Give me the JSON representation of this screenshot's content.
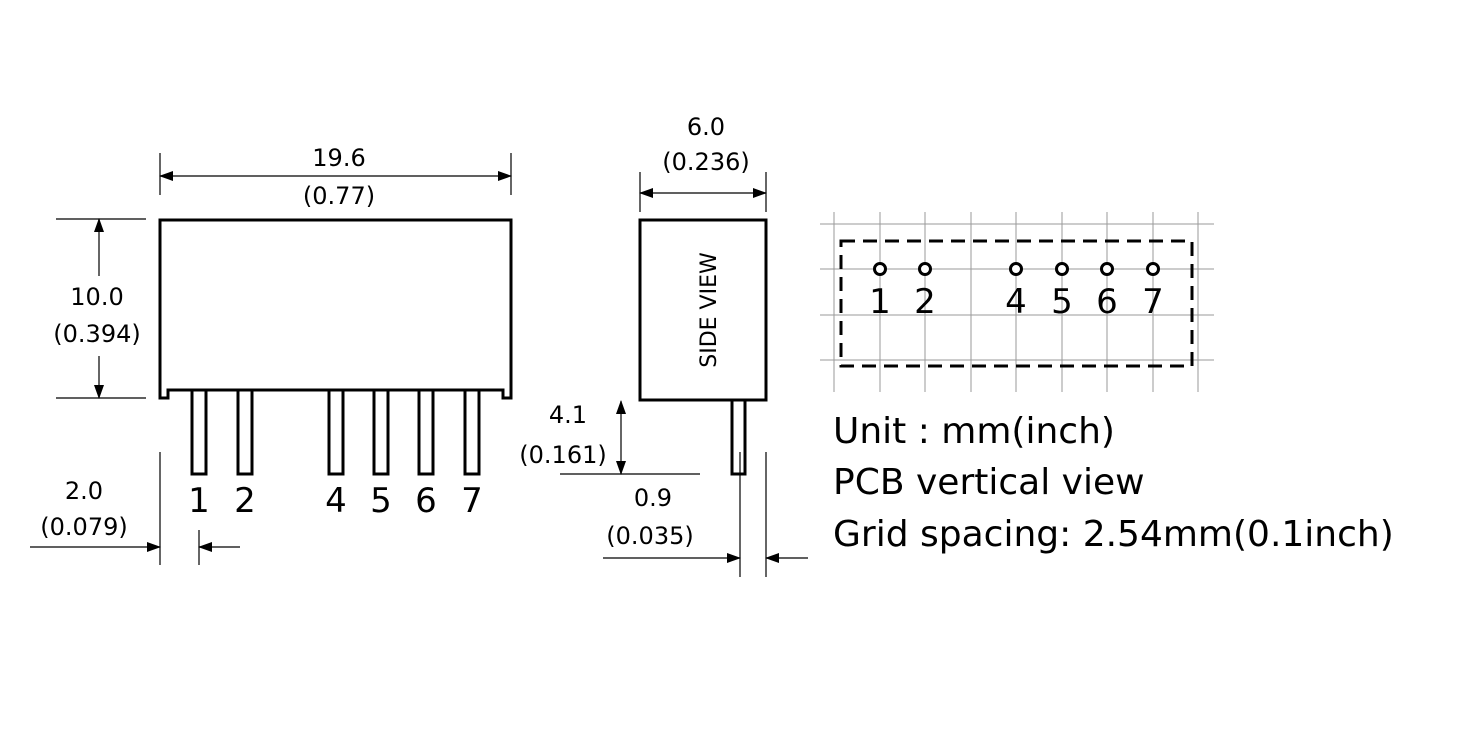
{
  "front_view": {
    "width_mm": "19.6",
    "width_in": "(0.77)",
    "height_mm": "10.0",
    "height_in": "(0.394)",
    "pin_pitch_mm": "2.0",
    "pin_pitch_in": "(0.079)",
    "pins": [
      "1",
      "2",
      "4",
      "5",
      "6",
      "7"
    ]
  },
  "side_view": {
    "label": "SIDE VIEW",
    "width_mm": "6.0",
    "width_in": "(0.236)",
    "pin_length_mm": "4.1",
    "pin_length_in": "(0.161)",
    "pin_offset_mm": "0.9",
    "pin_offset_in": "(0.035)"
  },
  "pcb_view": {
    "pins": [
      "1",
      "2",
      "4",
      "5",
      "6",
      "7"
    ]
  },
  "notes": {
    "unit": "Unit : mm(inch)",
    "view": "PCB vertical view",
    "grid": "Grid spacing: 2.54mm(0.1inch)"
  },
  "colors": {
    "ink": "#000000",
    "grid": "#9a9a9a",
    "background": "#ffffff"
  }
}
